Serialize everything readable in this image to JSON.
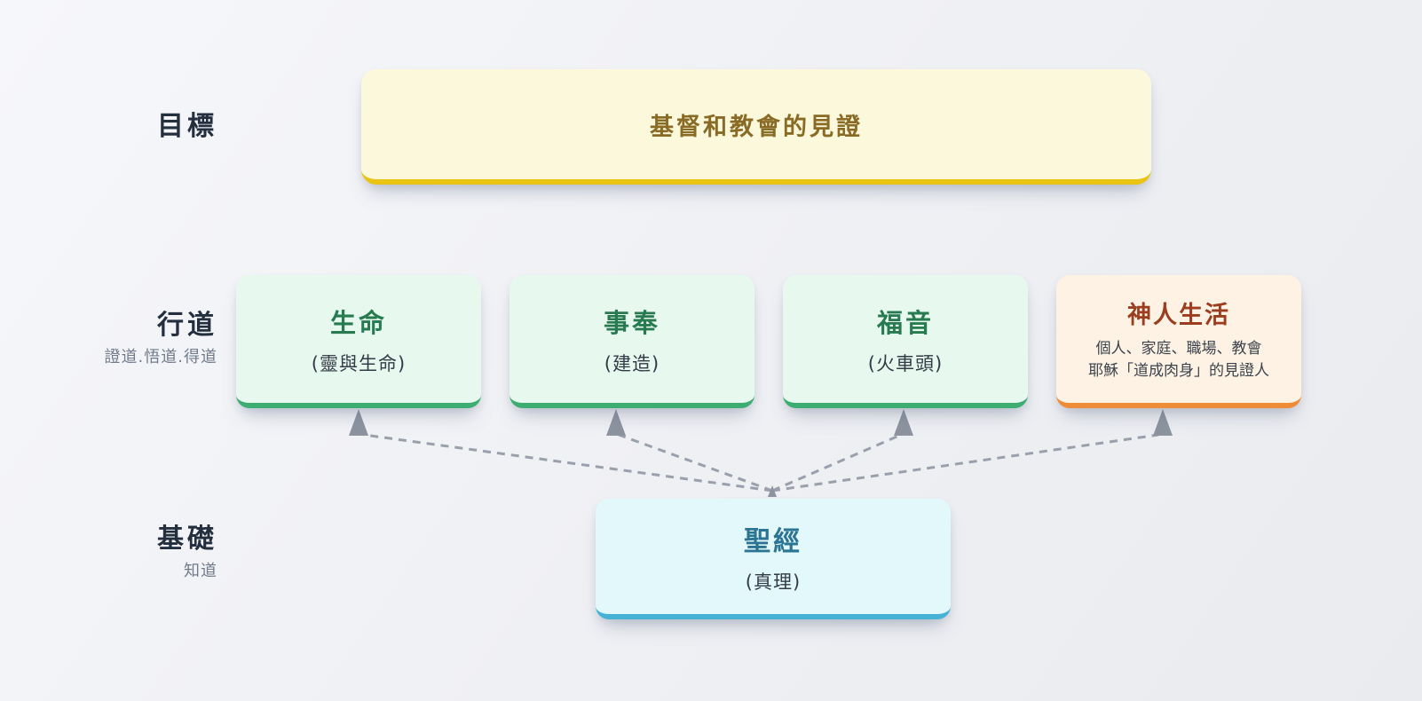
{
  "diagram": {
    "rows": [
      {
        "id": "goal",
        "label": "目標",
        "sublabel": ""
      },
      {
        "id": "practice",
        "label": "行道",
        "sublabel": "證道.悟道.得道"
      },
      {
        "id": "foundation",
        "label": "基礎",
        "sublabel": "知道"
      }
    ],
    "goal_node": {
      "title": "基督和教會的見證"
    },
    "practice_nodes": [
      {
        "id": "life",
        "title": "生命",
        "subtitle": "(靈與生命)"
      },
      {
        "id": "service",
        "title": "事奉",
        "subtitle": "(建造)"
      },
      {
        "id": "gospel",
        "title": "福音",
        "subtitle": "(火車頭)"
      },
      {
        "id": "god_man_living",
        "title": "神人生活",
        "desc_line1": "個人、家庭、職場、教會",
        "desc_line2": "耶穌「道成肉身」的見證人"
      }
    ],
    "foundation_node": {
      "id": "bible",
      "title": "聖經",
      "subtitle": "(真理)"
    },
    "edges": [
      {
        "from": "聖經",
        "to": "生命",
        "style": "dashed",
        "arrowhead": "up"
      },
      {
        "from": "聖經",
        "to": "事奉",
        "style": "dashed",
        "arrowhead": "up"
      },
      {
        "from": "聖經",
        "to": "福音",
        "style": "dashed",
        "arrowhead": "up"
      },
      {
        "from": "聖經",
        "to": "神人生活",
        "style": "dashed",
        "arrowhead": "up"
      }
    ],
    "colors": {
      "background": "#f0f1f5",
      "label_text": "#232e3e",
      "sublabel_text": "#717b8b",
      "goal_bg": "#fbf8dc",
      "goal_border": "#e9c412",
      "goal_text": "#8a6b26",
      "green_bg": "#e7f8ef",
      "green_border": "#3dad72",
      "green_text": "#287a50",
      "orange_bg": "#fdf2e3",
      "orange_border": "#ee8c38",
      "orange_text": "#9d3d1f",
      "cyan_bg": "#e2f8fb",
      "cyan_border": "#46b3d6",
      "cyan_text": "#2b7493",
      "node_subtext": "#333b46",
      "arrow": "#9aa0ab"
    }
  }
}
